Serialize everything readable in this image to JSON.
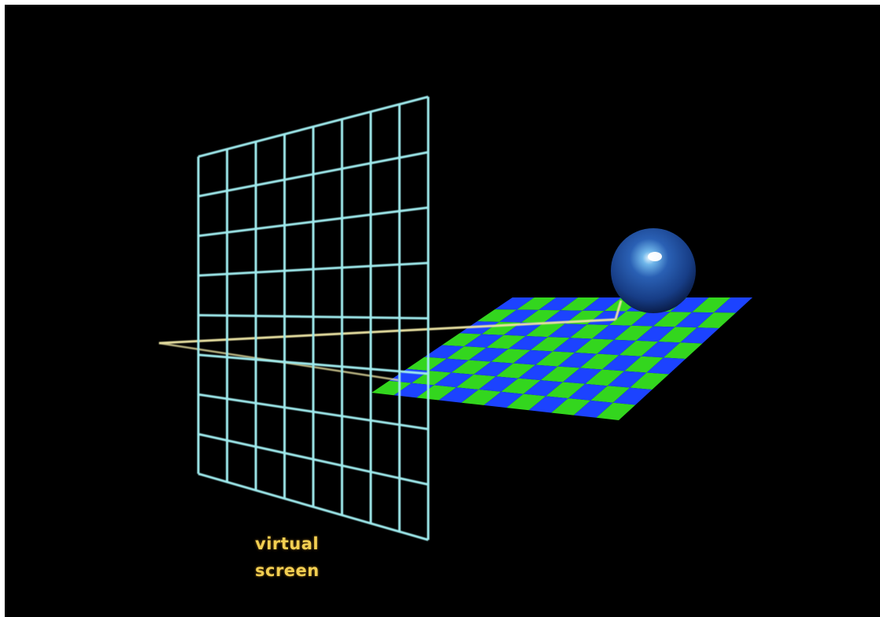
{
  "caption": {
    "line1": "virtual",
    "line2": "screen"
  },
  "colors": {
    "background": "#000000",
    "screen_grid": "#9ee9ec",
    "checker_a": "#1c43ff",
    "checker_b": "#33d61e",
    "ray": "#e6dfa0",
    "sphere": "#1d4fa0",
    "caption": "#f2cf52"
  },
  "scene": {
    "screen_grid_rows": 8,
    "screen_grid_cols": 8,
    "checker_rows": 8,
    "checker_cols": 11
  }
}
